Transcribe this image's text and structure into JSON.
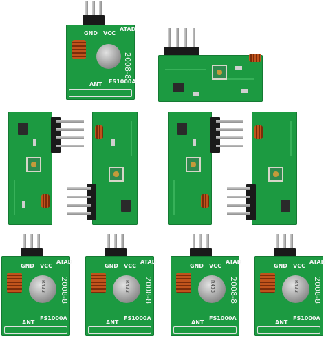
{
  "photo": {
    "subject": "",
    "transmitter": {
      "pin_gnd": "GND",
      "pin_vcc": "VCC",
      "pin_data": "ATAD",
      "ant_label": "ANT",
      "date_code": "2008-8",
      "model": "FS1000A",
      "can_marking": "R433"
    }
  },
  "colors": {
    "pcb_green": "#1c9a41",
    "silkscreen": "#f4f4f4",
    "copper_coil": "#c0531c",
    "header_black": "#1a1a1a",
    "pin_silver": "#b0b0b0"
  }
}
